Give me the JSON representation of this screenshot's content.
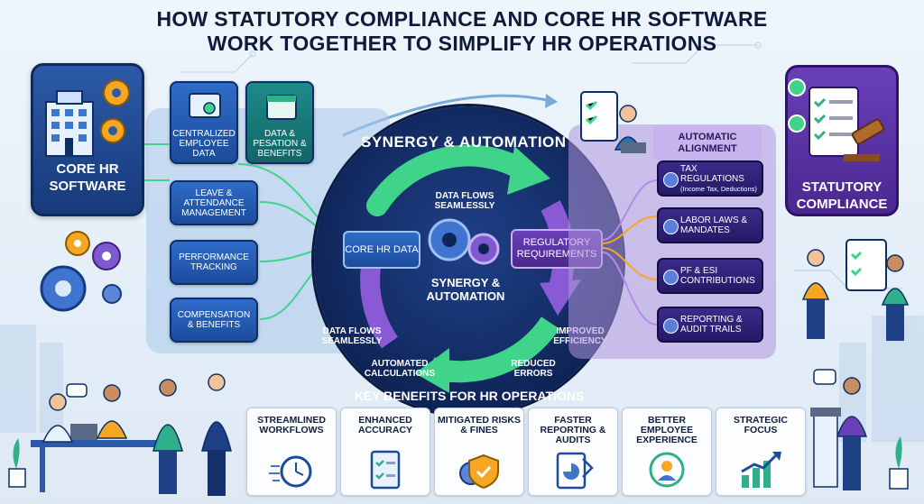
{
  "title": {
    "line1": "HOW STATUTORY COMPLIANCE AND CORE HR SOFTWARE",
    "line2": "WORK TOGETHER TO SIMPLIFY HR OPERATIONS"
  },
  "core_hr": {
    "label": "CORE HR\nSOFTWARE",
    "features": [
      {
        "label": "CENTRALIZED EMPLOYEE DATA"
      },
      {
        "label": "DATA & PESATION & BENEFITS"
      },
      {
        "label": "LEAVE & ATTENDANCE MANAGEMENT"
      },
      {
        "label": "PERFORMANCE TRACKING"
      },
      {
        "label": "COMPENSATION & BENEFITS"
      }
    ]
  },
  "center": {
    "arc_title": "SYNERGY & AUTOMATION",
    "core_hr_data": "CORE HR DATA",
    "regulatory": "REGULATORY REQUIREMENTS",
    "synergy": "SYNERGY & AUTOMATION",
    "data_flows_top": "DATA FLOWS SEAMLESSLY",
    "data_flows_bottom": "DATA FLOWS SEAMLESSLY",
    "improved_efficiency": "IMPROVED EFFICIENCY",
    "automated_calculations": "AUTOMATED CALCULATIONS",
    "reduced_errors": "REDUCED ERRORS"
  },
  "compliance": {
    "label": "STATUTORY\nCOMPLIANCE",
    "automatic_alignment": "AUTOMATIC ALIGNMENT",
    "items": [
      {
        "label": "TAX REGULATIONS",
        "sub": "(Income Tax, Deductions)",
        "icon": "tax-document-icon"
      },
      {
        "label": "LABOR LAWS & MANDATES",
        "sub": "",
        "icon": "law-book-icon"
      },
      {
        "label": "PF & ESI CONTRIBUTIONS",
        "sub": "",
        "icon": "contribution-icon"
      },
      {
        "label": "REPORTING & AUDIT TRAILS",
        "sub": "",
        "icon": "report-icon"
      }
    ]
  },
  "benefits": {
    "title": "KEY BENEFITS FOR HR OPERATIONS",
    "items": [
      {
        "label": "STREAMLINED WORKFLOWS",
        "icon": "stopwatch-icon"
      },
      {
        "label": "ENHANCED ACCURACY",
        "icon": "checklist-icon"
      },
      {
        "label": "MITIGATED RISKS & FINES",
        "icon": "shield-gear-icon"
      },
      {
        "label": "FASTER REPORTING & AUDITS",
        "icon": "report-chart-icon"
      },
      {
        "label": "BETTER EMPLOYEE EXPERIENCE",
        "icon": "people-cycle-icon"
      },
      {
        "label": "STRATEGIC FOCUS",
        "icon": "growth-chart-icon"
      }
    ]
  },
  "colors": {
    "navy": "#0f2457",
    "accent_green": "#3fd48a",
    "accent_purple": "#8a5ad6",
    "accent_blue": "#2f6cc8"
  }
}
